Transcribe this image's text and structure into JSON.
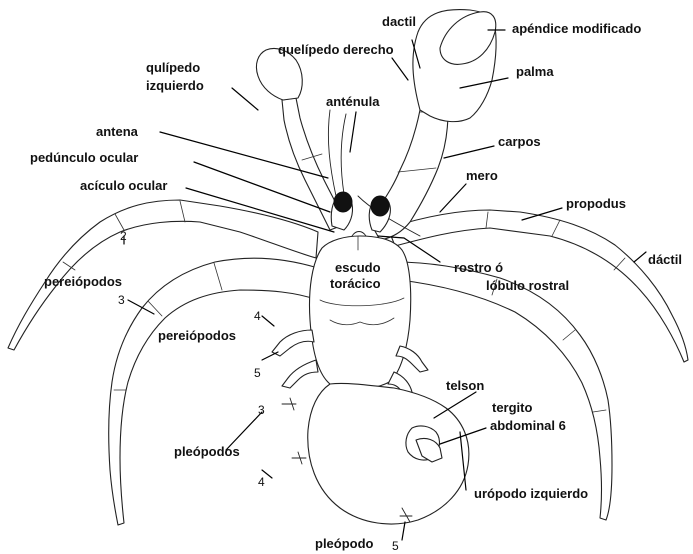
{
  "labels": {
    "dactil_top": "dactil",
    "apendice": "apéndice modificado",
    "quelipedo_derecho": "quelípedo derecho",
    "quelipedo_izq_1": "qulípedo",
    "quelipedo_izq_2": "izquierdo",
    "palma": "palma",
    "antenula": "anténula",
    "antena": "antena",
    "pedunculo": "pedúnculo ocular",
    "aciculo": "acículo ocular",
    "carpos": "carpos",
    "mero": "mero",
    "propodus": "propodus",
    "dactil_right": "dáctil",
    "escudo_1": "escudo",
    "escudo_2": "torácico",
    "rostro_1": "rostro ó",
    "rostro_2": "lóbulo rostral",
    "pereiopodos_left": "pereiópodos",
    "pereiopodos_mid": "pereiópodos",
    "telson": "telson",
    "tergito_1": "tergito",
    "tergito_2": "abdominal 6",
    "pleopodos": "pleópodos",
    "uropodo": "urópodo izquierdo",
    "pleopodo5": "pleópodo",
    "num_2": "2",
    "num_3_left": "3",
    "num_4_mid": "4",
    "num_5_mid": "5",
    "num_3_pleo": "3",
    "num_4_pleo": "4",
    "num_5_bottom": "5"
  },
  "colors": {
    "ink": "#111111",
    "background": "#ffffff"
  }
}
